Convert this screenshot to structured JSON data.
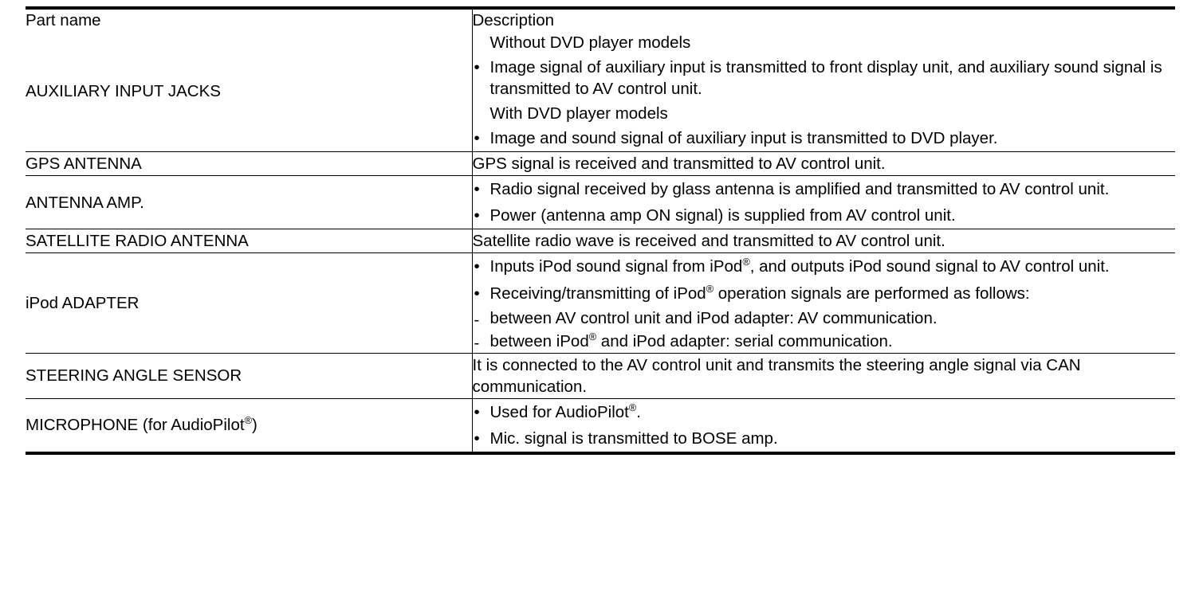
{
  "table": {
    "headers": {
      "part_name": "Part name",
      "description": "Description"
    },
    "rows": [
      {
        "part_name": "AUXILIARY INPUT JACKS",
        "description_blocks": [
          {
            "kind": "plain",
            "text": "Without DVD player models"
          },
          {
            "kind": "bullet",
            "marker": "•",
            "text": "Image signal of auxiliary input is transmitted to front display unit, and auxiliary sound signal is transmitted to AV control unit."
          },
          {
            "kind": "plain",
            "text": "With DVD player models"
          },
          {
            "kind": "bullet",
            "marker": "•",
            "text": "Image and sound signal of auxiliary input is transmitted to DVD player."
          }
        ]
      },
      {
        "part_name": "GPS ANTENNA",
        "description_blocks": [
          {
            "kind": "plain-flush",
            "text": "GPS signal is received and transmitted to AV control unit."
          }
        ]
      },
      {
        "part_name": "ANTENNA AMP.",
        "description_blocks": [
          {
            "kind": "bullet",
            "marker": "•",
            "text": "Radio signal received by glass antenna is amplified and transmitted to AV control unit."
          },
          {
            "kind": "bullet",
            "marker": "•",
            "text": "Power (antenna amp ON signal) is supplied from AV control unit."
          }
        ]
      },
      {
        "part_name": "SATELLITE RADIO ANTENNA",
        "description_blocks": [
          {
            "kind": "plain-flush",
            "text": "Satellite radio wave is received and transmitted to AV control unit."
          }
        ]
      },
      {
        "part_name": "iPod ADAPTER",
        "description_blocks": [
          {
            "kind": "bullet",
            "marker": "•",
            "html": "Inputs iPod sound signal from iPod<sup class=\"reg\">®</sup>, and outputs iPod sound signal to AV control unit."
          },
          {
            "kind": "bullet",
            "marker": "•",
            "html": "Receiving/transmitting of iPod<sup class=\"reg\">®</sup> operation signals are performed as follows:"
          },
          {
            "kind": "dash",
            "marker": "-",
            "html": "between AV control unit and iPod adapter: AV communication."
          },
          {
            "kind": "dash",
            "marker": "-",
            "html": "between iPod<sup class=\"reg\">®</sup> and iPod adapter: serial communication."
          }
        ]
      },
      {
        "part_name": "STEERING ANGLE SENSOR",
        "description_blocks": [
          {
            "kind": "plain-flush",
            "text": "It is connected to the AV control unit and transmits the steering angle signal via CAN communication."
          }
        ]
      },
      {
        "part_name_html": "MICROPHONE (for AudioPilot<sup class=\"reg\">®</sup>)",
        "part_name": "MICROPHONE (for AudioPilot®)",
        "description_blocks": [
          {
            "kind": "bullet",
            "marker": "•",
            "html": "Used for AudioPilot<sup class=\"reg\">®</sup>."
          },
          {
            "kind": "bullet",
            "marker": "•",
            "text": "Mic. signal is transmitted to BOSE amp."
          }
        ]
      }
    ]
  },
  "style": {
    "text_color": "#000000",
    "background_color": "#ffffff",
    "rule_color": "#000000"
  }
}
